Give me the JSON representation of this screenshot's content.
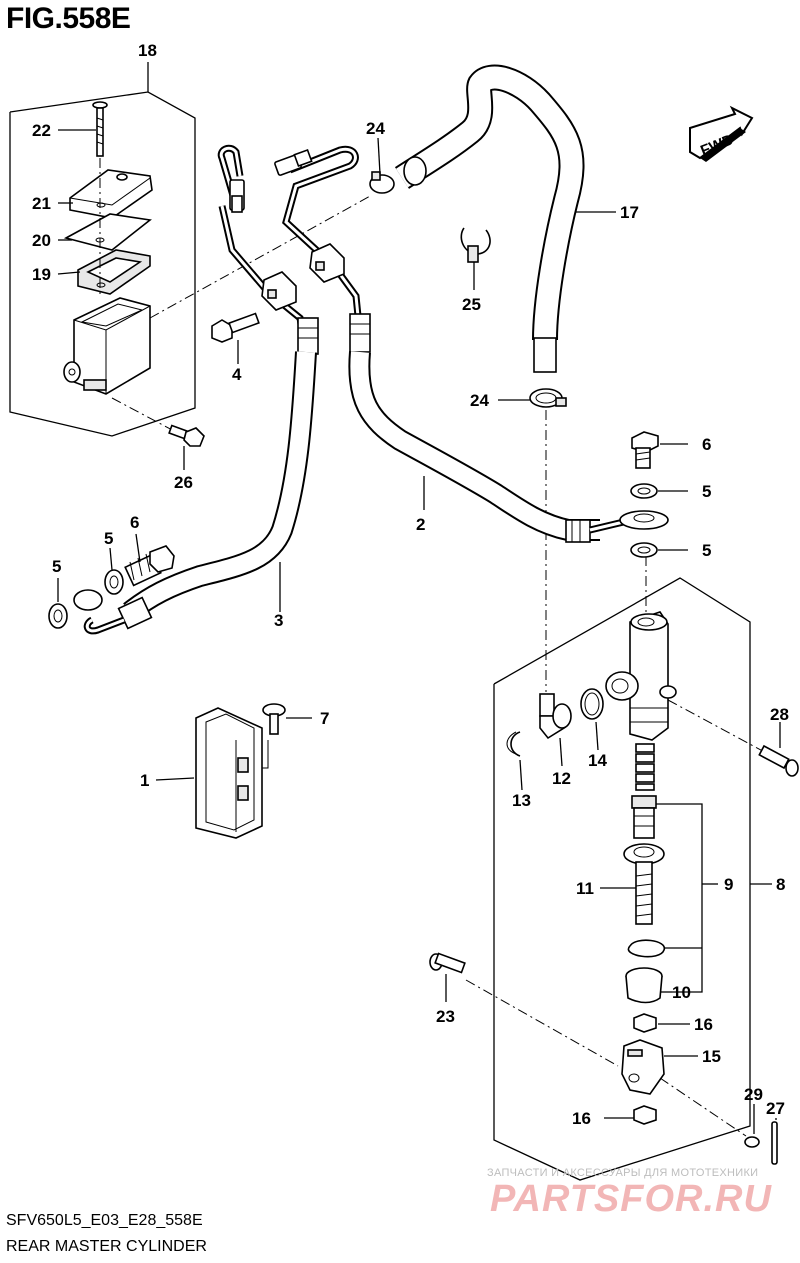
{
  "figure": {
    "title": "FIG.558E",
    "model_code": "SFV650L5_E03_E28_558E",
    "name": "REAR MASTER CYLINDER",
    "direction_label": "FWD"
  },
  "watermark": {
    "small": "ЗАПЧАСТИ И АКСЕССУАРЫ ДЛЯ МОТОТЕХНИКИ",
    "big": "PARTSFOR.RU"
  },
  "callouts": {
    "c18": "18",
    "c22": "22",
    "c21": "21",
    "c20": "20",
    "c19": "19",
    "c24a": "24",
    "c24b": "24",
    "c17": "17",
    "c25": "25",
    "c4": "4",
    "c26": "26",
    "c6a": "6",
    "c5a": "5",
    "c5b": "5",
    "c2": "2",
    "c5c": "5",
    "c5d": "5",
    "c6b": "6",
    "c3": "3",
    "c7": "7",
    "c1": "1",
    "c28": "28",
    "c12": "12",
    "c14": "14",
    "c13": "13",
    "c9": "9",
    "c8": "8",
    "c11": "11",
    "c10": "10",
    "c23": "23",
    "c16a": "16",
    "c15": "15",
    "c16b": "16",
    "c29": "29",
    "c27": "27"
  }
}
